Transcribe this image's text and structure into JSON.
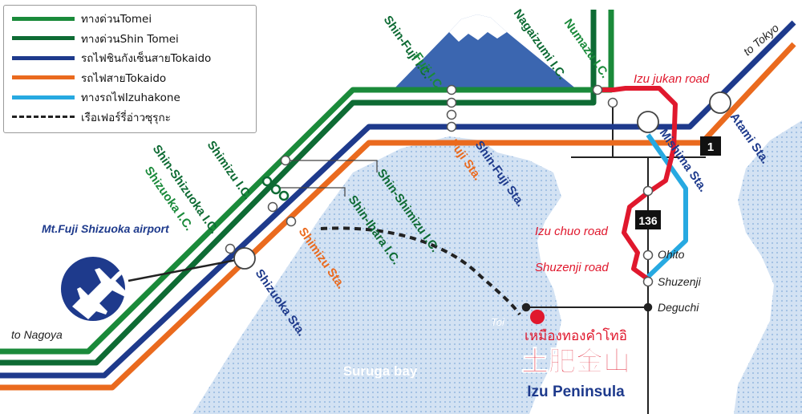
{
  "legend": {
    "items": [
      {
        "label": "ทางด่วนTomei",
        "color": "#1a8a3a",
        "style": "solid"
      },
      {
        "label": "ทางด่วนShin Tomei",
        "color": "#0e6b34",
        "style": "solid"
      },
      {
        "label": "รถไฟชินกังเซ็นสายTokaido",
        "color": "#1e3a8c",
        "style": "solid"
      },
      {
        "label": "รถไฟสายTokaido",
        "color": "#ea6a1e",
        "style": "solid"
      },
      {
        "label": "ทางรถไฟIzuhakone",
        "color": "#27a9e1",
        "style": "solid"
      },
      {
        "label": "เรือเฟอร์รี่อ่าวซุรุกะ",
        "color": "#222222",
        "style": "dashed"
      }
    ]
  },
  "colors": {
    "tomei": "#1a8a3a",
    "shin_tomei": "#0e6b34",
    "shinkansen": "#1e3a8c",
    "tokaido_line": "#ea6a1e",
    "izuhakone": "#27a9e1",
    "road": "#e0182d",
    "sea": "#cfe0f2",
    "land": "#ffffff"
  },
  "labels": {
    "shin_fuji_ic": "Shin-Fuji I.C.",
    "fuji_ic": "Fuji I.C.",
    "nagaizumi_ic": "Nagaizumi I.C.",
    "numazu_ic": "Numazu I.C.",
    "izu_jukan_road": "Izu jukan road",
    "to_tokyo": "to Tokyo",
    "atami_sta": "Atami Sta.",
    "mishima_sta": "Mishima Sta.",
    "fuji_sta": "Fuji Sta.",
    "shin_fuji_sta": "Shin-Fuji Sta.",
    "shimizu_ic": "Shimizu I.C.",
    "shin_shimizu_ic": "Shin-Shimizu I.C.",
    "shin_ihara_ic": "Shin-Ihara I.C.",
    "shin_shizuoka_ic": "Shin-Shizuoka I.C.",
    "shizuoka_ic": "Shizuoka I.C.",
    "shimizu_sta": "Shimizu Sta.",
    "shizuoka_sta": "Shizuoka Sta.",
    "airport": "Mt.Fuji Shizuoka airport",
    "to_nagoya": "to Nagoya",
    "route_1": "1",
    "route_136": "136",
    "izu_chuo_road": "Izu chuo road",
    "shuzenji_road": "Shuzenji road",
    "ohito": "Ohito",
    "shuzenji": "Shuzenji",
    "deguchi": "Deguchi",
    "toi": "Toi",
    "gold_mine_thai": "เหมืองทองคำโทอิ",
    "gold_mine_jp": "土肥金山",
    "suruga_bay": "Suruga bay",
    "izu_peninsula": "Izu Peninsula"
  }
}
